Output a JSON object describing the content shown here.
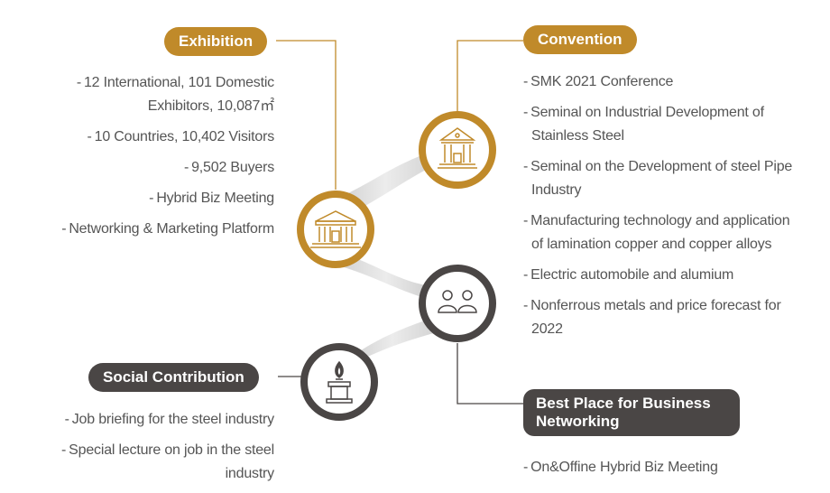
{
  "exhibition": {
    "label": "Exhibition",
    "items": [
      "12 International, 101 Domestic Exhibitors, 10,087㎡",
      "10 Countries, 10,402 Visitors",
      "9,502 Buyers",
      "Hybrid Biz Meeting",
      "Networking & Marketing Platform"
    ]
  },
  "convention": {
    "label": "Convention",
    "items": [
      "SMK 2021 Conference",
      "Seminal on Industrial Development of Stainless Steel",
      "Seminal on the Development of steel Pipe Industry",
      "Manufacturing technology and application of lamination copper and copper alloys",
      "Electric automobile and alumium",
      "Nonferrous metals and price forecast for 2022"
    ]
  },
  "social": {
    "label": "Social Contribution",
    "items": [
      "Job briefing for the steel industry",
      "Special lecture on job in the steel industry"
    ]
  },
  "networking": {
    "label": "Best Place for Business Networking",
    "items": [
      "On&Offine Hybrid Biz Meeting"
    ]
  },
  "bullet": "-",
  "colors": {
    "gold": "#c08a2a",
    "dark": "#4a4645",
    "ribbon": "#d9d9d9"
  },
  "icons": {
    "convention": "bank-building-icon",
    "exhibition": "exhibition-hall-icon",
    "networking": "two-people-icon",
    "social": "torch-pedestal-icon"
  }
}
